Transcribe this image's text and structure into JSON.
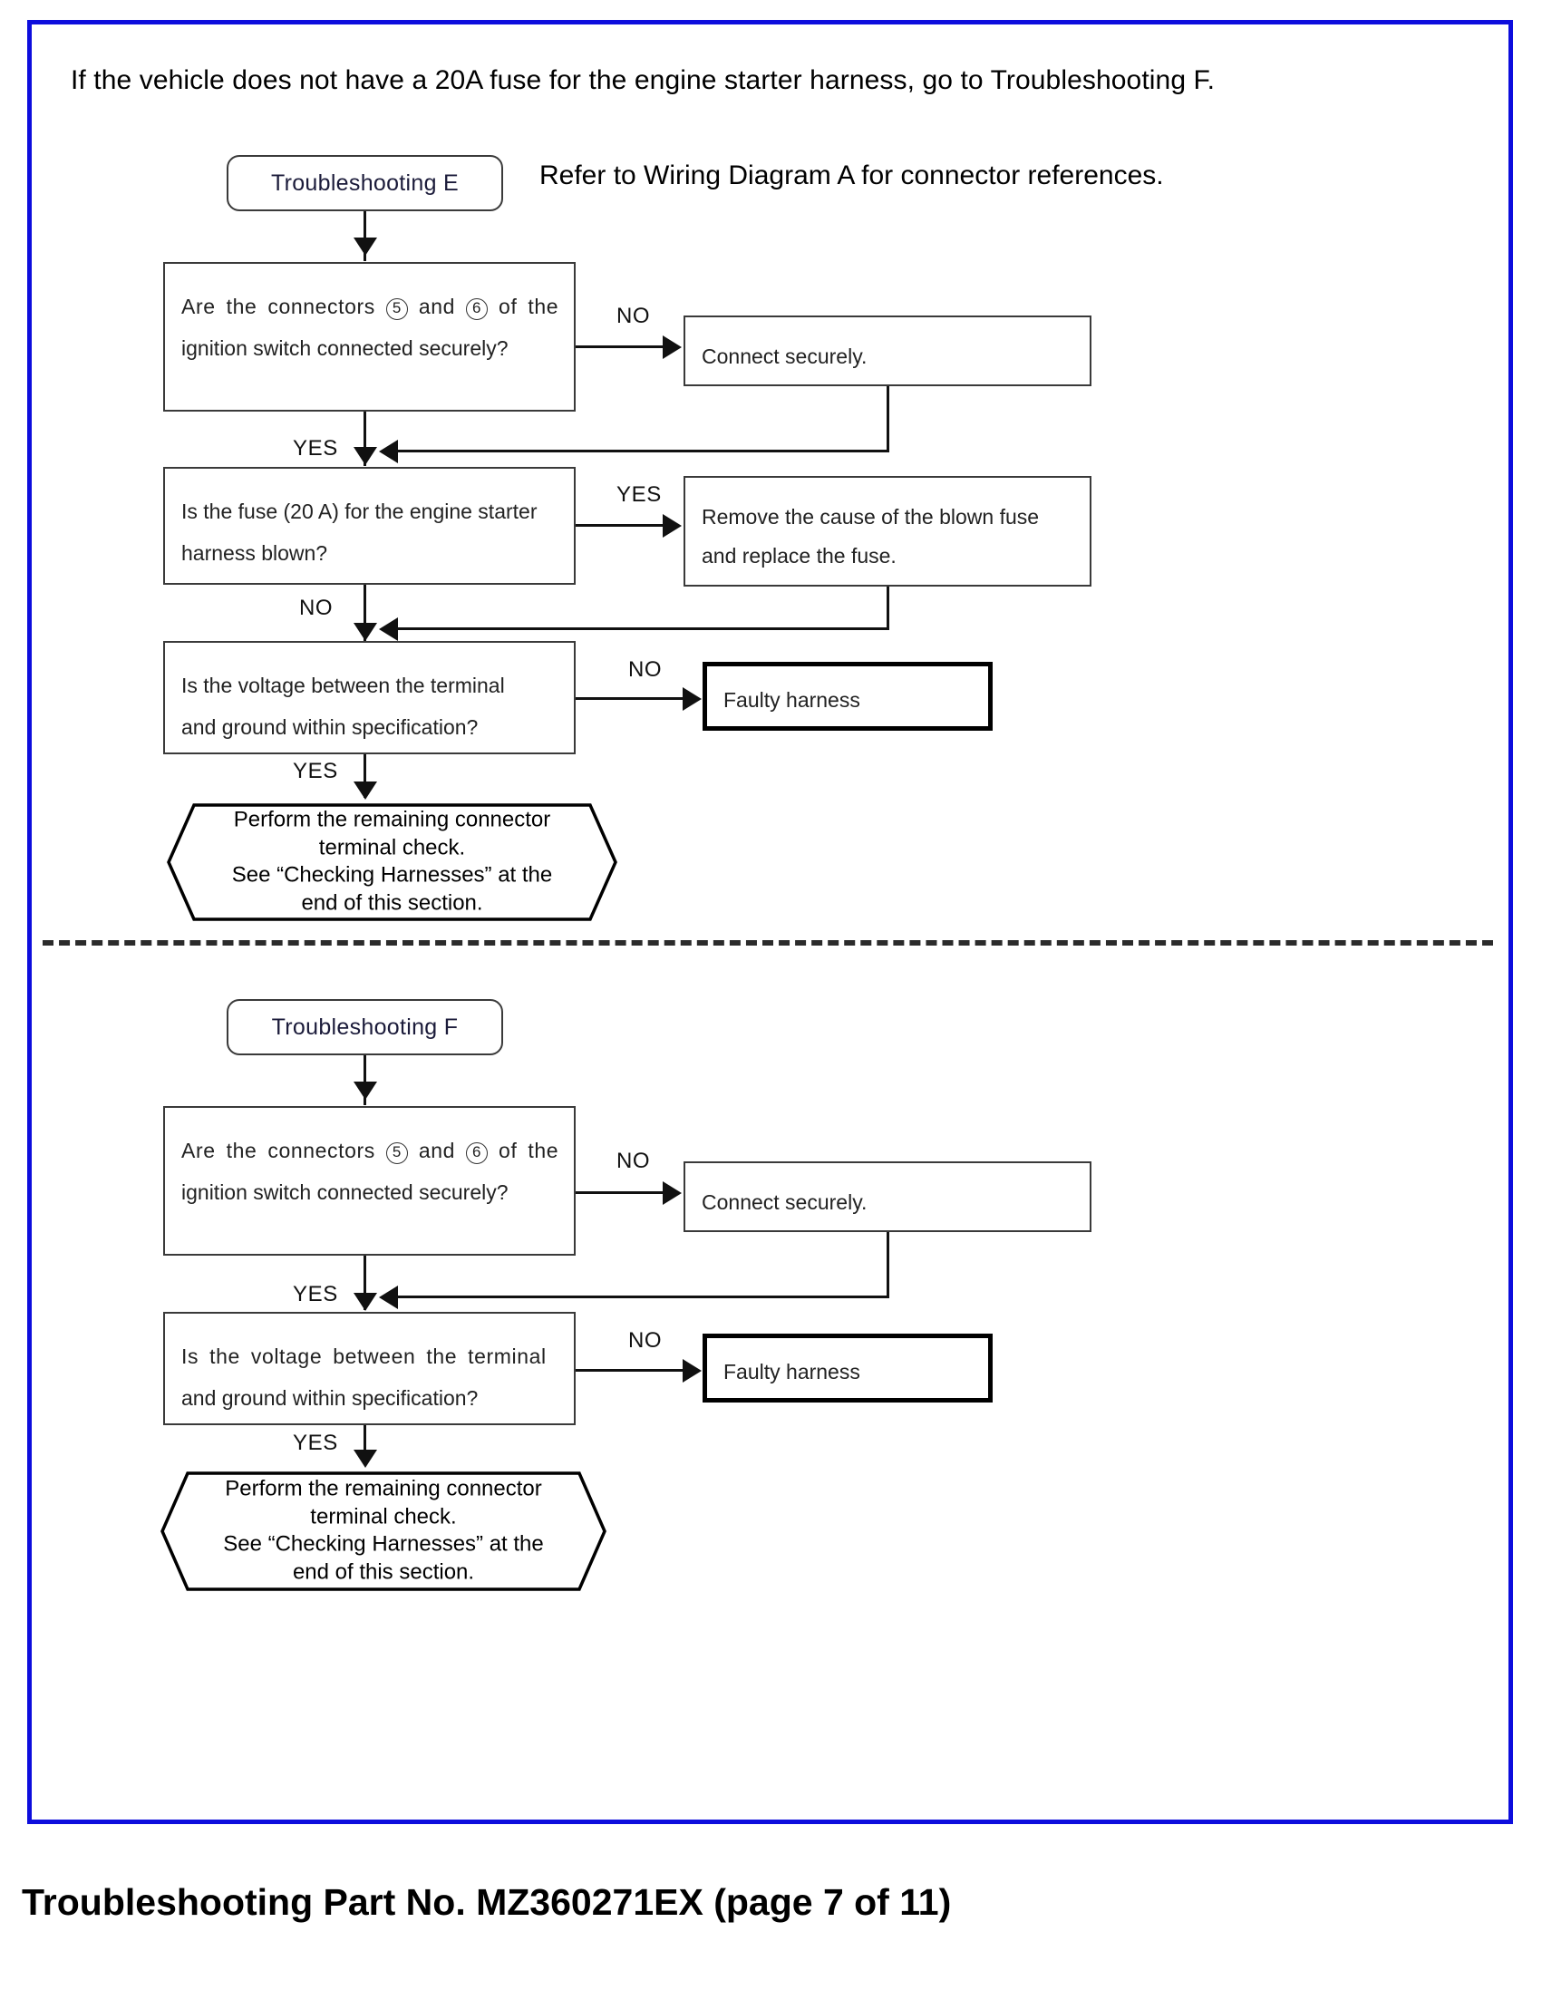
{
  "document": {
    "intro_text": "If the vehicle does not have a 20A fuse for the engine starter harness, go to Troubleshooting F.",
    "wiring_note": "Refer to Wiring Diagram A for connector references.",
    "footer_caption": "Troubleshooting Part No. MZ360271EX (page 7 of 11)",
    "border_color": "#0d0ddd"
  },
  "flowchart_e": {
    "start": {
      "label": "Troubleshooting E"
    },
    "decision1": {
      "line1_a": "Are  the  connectors",
      "line1_num1": "5",
      "line1_b": "and",
      "line1_num2": "6",
      "line1_c": "of  the",
      "line2": "ignition switch connected securely?",
      "no_label": "NO",
      "yes_label": "YES"
    },
    "action1": {
      "label": "Connect securely."
    },
    "decision2": {
      "line1": "Is the fuse (20 A) for the engine starter",
      "line2": "harness blown?",
      "yes_label": "YES",
      "no_label": "NO"
    },
    "action2": {
      "line1": "Remove the cause of the blown fuse",
      "line2": "and replace the fuse."
    },
    "decision3": {
      "line1": "Is the voltage between the terminal",
      "line2": "and ground within specification?",
      "no_label": "NO",
      "yes_label": "YES"
    },
    "fault": {
      "label": "Faulty harness"
    },
    "terminal": {
      "line1": "Perform the remaining connector",
      "line2": "terminal check.",
      "line3": "See “Checking Harnesses” at the",
      "line4": "end of this section."
    }
  },
  "flowchart_f": {
    "start": {
      "label": "Troubleshooting F"
    },
    "decision1": {
      "line1_a": "Are  the  connectors",
      "line1_num1": "5",
      "line1_b": "and",
      "line1_num2": "6",
      "line1_c": "of  the",
      "line2": "ignition switch connected securely?",
      "no_label": "NO",
      "yes_label": "YES"
    },
    "action1": {
      "label": "Connect securely."
    },
    "decision2": {
      "line1": "Is  the  voltage  between  the  terminal",
      "line2": "and ground within specification?",
      "no_label": "NO",
      "yes_label": "YES"
    },
    "fault": {
      "label": "Faulty harness"
    },
    "terminal": {
      "line1": "Perform the remaining connector",
      "line2": "terminal check.",
      "line3": "See “Checking Harnesses” at the",
      "line4": "end of this section."
    }
  }
}
